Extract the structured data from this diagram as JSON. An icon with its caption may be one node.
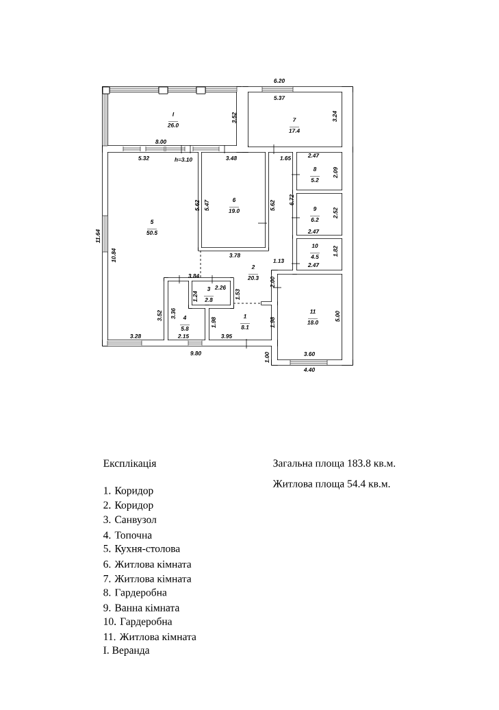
{
  "diagram": {
    "nodes": [
      {
        "text": [
          "I",
          "26.0"
        ]
      },
      {
        "text": [
          "7",
          "17.4"
        ]
      },
      {
        "text": [
          "5",
          "50.5"
        ]
      },
      {
        "text": [
          "6",
          "19.0"
        ]
      },
      {
        "text": [
          "8",
          "5.2"
        ]
      },
      {
        "text": [
          "9",
          "6.2"
        ]
      },
      {
        "text": [
          "10",
          "4.5"
        ]
      },
      {
        "text": [
          "2",
          "20.3"
        ]
      },
      {
        "text": [
          "3",
          "2.8"
        ]
      },
      {
        "text": [
          "4",
          "5.8"
        ]
      },
      {
        "text": [
          "1",
          "8.1"
        ]
      },
      {
        "text": [
          "11",
          "18.0"
        ]
      }
    ],
    "labels": [
      "6.20",
      "5.37",
      "3.52",
      "3.24",
      "8.00",
      "5.32",
      "h=3.10",
      "3.48",
      "1.65",
      "2.47",
      "2.09",
      "5.62",
      "5.47",
      "5.62",
      "6.72",
      "2.52",
      "2.47",
      "11.64",
      "10.84",
      "3.78",
      "1.82",
      "1.13",
      "2.47",
      "3.84",
      "2.26",
      "1.24",
      "1.53",
      "2.00",
      "3.52",
      "3.36",
      "1.98",
      "1.98",
      "5.00",
      "3.28",
      "2.15",
      "3.95",
      "9.80",
      "1.00",
      "3.60",
      "4.40",
      "Експлікація",
      "Загальна площа 183.8 кв.м.",
      "Житлова площа 54.4 кв.м.",
      "1. Коридор",
      "2. Коридор",
      "3. Санвузол",
      "4. Топочна",
      "5. Кухня-столова",
      "6. Житлова кімната",
      "7. Житлова кімната",
      "8. Гардеробна",
      "9. Ванна кімната",
      "10. Гардеробна",
      "11. Житлова кімната",
      "I. Веранда"
    ]
  }
}
